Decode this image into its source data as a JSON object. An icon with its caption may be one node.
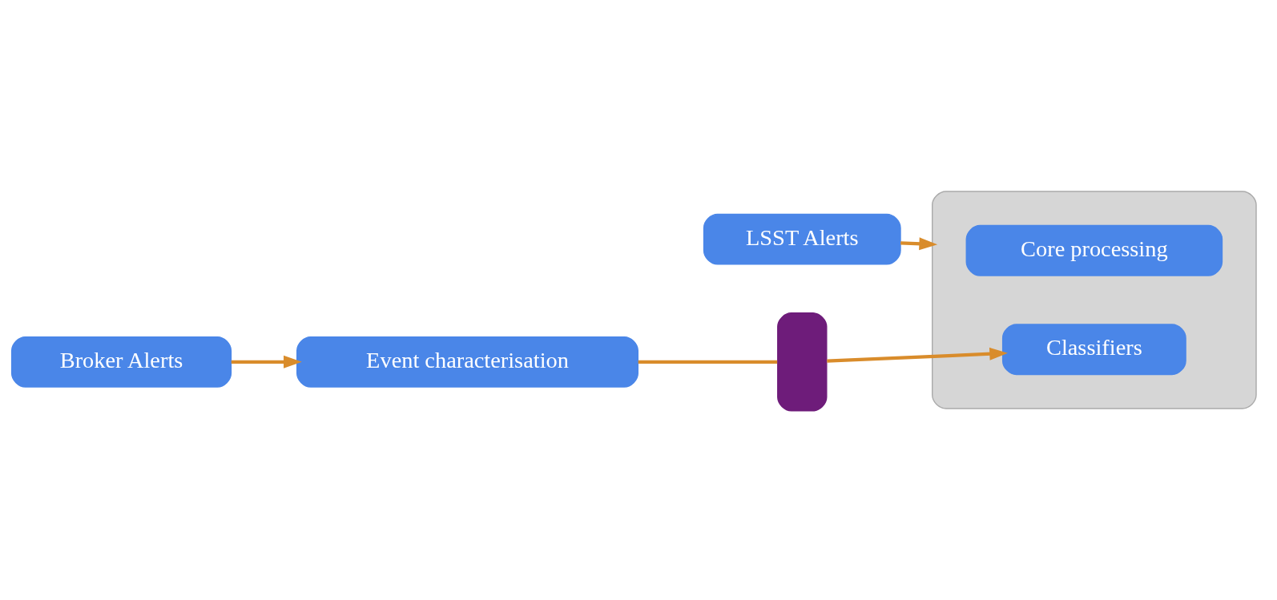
{
  "diagram": {
    "nodes": [
      {
        "text": [],
        "shape": "cloud"
      },
      {
        "text": [
          "LSST Alerts"
        ]
      },
      {
        "text": [
          "Core processing"
        ],
        "in": 0
      },
      {
        "text": [
          "Classifiers"
        ],
        "in": 0
      },
      {
        "text": [
          "Broker Alerts"
        ]
      },
      {
        "text": [
          "Event characterisation"
        ]
      },
      {
        "text": [],
        "shape": "bar"
      }
    ],
    "edges": [
      {
        "from": 1,
        "to": 0,
        "arrow": "to"
      },
      {
        "from": 4,
        "to": 5,
        "arrow": "to"
      },
      {
        "from": 5,
        "to": 6,
        "arrow": "none"
      },
      {
        "from": 6,
        "to": 3,
        "arrow": "to"
      }
    ]
  }
}
